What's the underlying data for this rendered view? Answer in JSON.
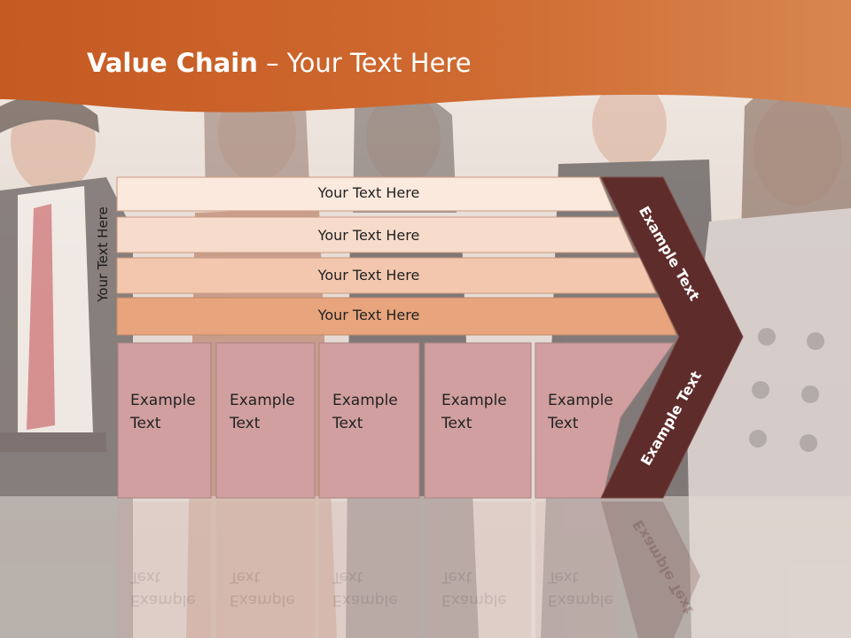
{
  "title": {
    "bold": "Value Chain",
    "rest": " – Your Text Here"
  },
  "side_label": "Your Text Here",
  "rows": [
    {
      "label": "Your Text Here",
      "color": "#fbe9de"
    },
    {
      "label": "Your Text Here",
      "color": "#f7dccb"
    },
    {
      "label": "Your Text Here",
      "color": "#f2c7ad"
    },
    {
      "label": "Your Text Here",
      "color": "#e8a47c"
    }
  ],
  "boxes": [
    {
      "line1": "Example",
      "line2": "Text"
    },
    {
      "line1": "Example",
      "line2": "Text"
    },
    {
      "line1": "Example",
      "line2": "Text"
    },
    {
      "line1": "Example",
      "line2": "Text"
    },
    {
      "line1": "Example",
      "line2": "Text"
    }
  ],
  "chevron": {
    "upper": "Example Text",
    "lower": "Example Text",
    "color": "#5e2c2a"
  },
  "colors": {
    "header": "#c9602a",
    "box": "#d19fa0",
    "box_border": "#a98484"
  }
}
